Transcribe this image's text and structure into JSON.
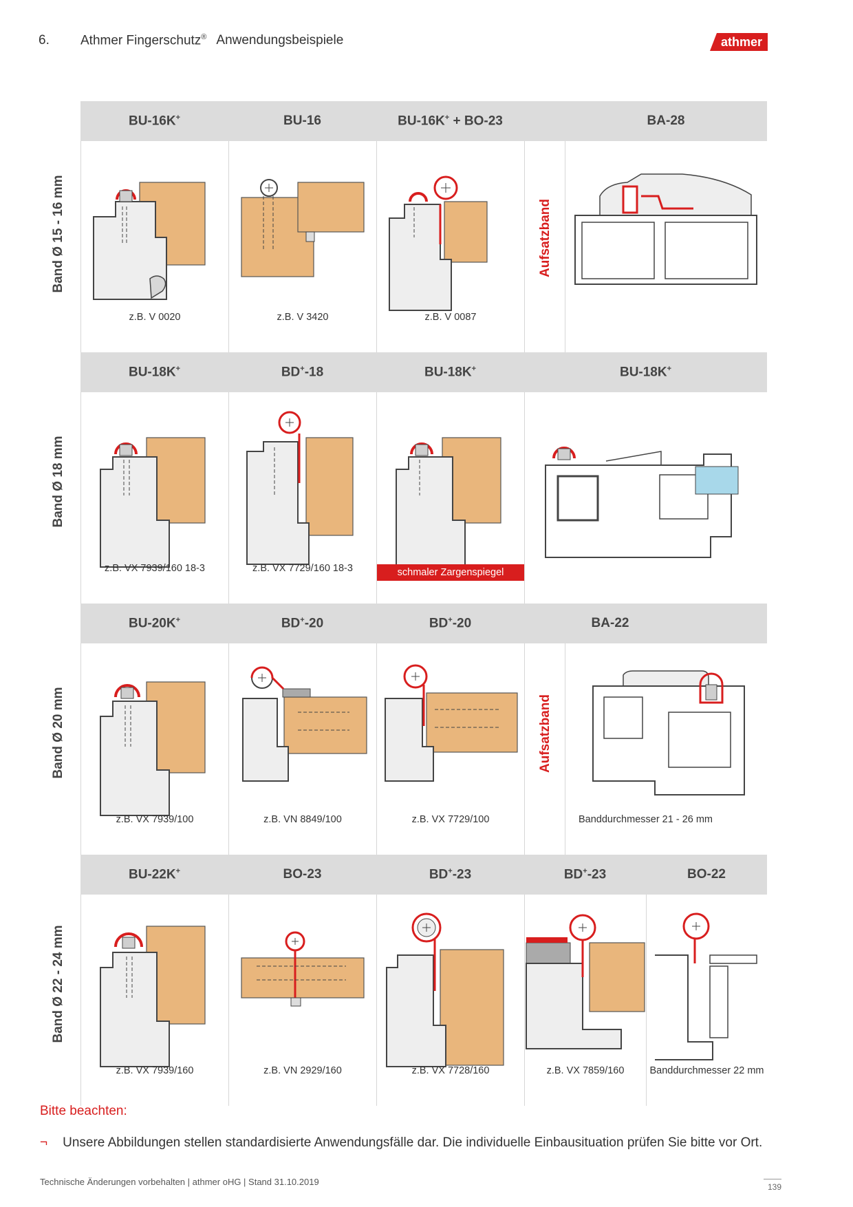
{
  "header": {
    "section_number": "6.",
    "title": "Athmer Fingerschutz",
    "title_mark": "®",
    "subtitle": "Anwendungsbeispiele",
    "logo_text": "athmer"
  },
  "colors": {
    "accent_red": "#d81e1e",
    "wood": "#e9b67c",
    "frame_grey": "#eeeeee",
    "header_grey": "#dcdcdc"
  },
  "rows": [
    {
      "label": "Band Ø 15 - 16 mm",
      "headers": [
        {
          "name": "BU-16K",
          "sup": "+"
        },
        {
          "name": "BU-16",
          "sup": ""
        },
        {
          "name": "BU-16K",
          "sup": "+",
          "suffix": " + BO-23"
        },
        {
          "name": "BA-28",
          "sup": ""
        }
      ],
      "captions": [
        "z.B. V 0020",
        "z.B. V 3420",
        "z.B. V 0087",
        ""
      ],
      "vertical_label": "Aufsatzband"
    },
    {
      "label": "Band Ø 18 mm",
      "headers": [
        {
          "name": "BU-18K",
          "sup": "+"
        },
        {
          "name": "BD",
          "sup": "+",
          "suffix": "-18"
        },
        {
          "name": "BU-18K",
          "sup": "+"
        },
        {
          "name": "BU-18K",
          "sup": "+"
        }
      ],
      "captions": [
        "z.B. VX 7939/160 18-3",
        "z.B. VX 7729/160 18-3",
        "schmaler Zargenspiegel",
        ""
      ]
    },
    {
      "label": "Band Ø 20 mm",
      "headers": [
        {
          "name": "BU-20K",
          "sup": "+"
        },
        {
          "name": "BD",
          "sup": "+",
          "suffix": "-20"
        },
        {
          "name": "BD",
          "sup": "+",
          "suffix": "-20"
        },
        {
          "name": "BA-22",
          "sup": ""
        }
      ],
      "captions": [
        "z.B. VX 7939/100",
        "z.B. VN 8849/100",
        "z.B. VX 7729/100",
        "Banddurchmesser 21 - 26 mm"
      ],
      "vertical_label": "Aufsatzband"
    },
    {
      "label": "Band Ø 22 - 24 mm",
      "headers": [
        {
          "name": "BU-22K",
          "sup": "+"
        },
        {
          "name": "BO-23",
          "sup": ""
        },
        {
          "name": "BD",
          "sup": "+",
          "suffix": "-23"
        },
        {
          "name": "BD",
          "sup": "+",
          "suffix": "-23"
        },
        {
          "name": "BO-22",
          "sup": ""
        }
      ],
      "captions": [
        "z.B. VX 7939/160",
        "z.B. VN 2929/160",
        "z.B. VX 7728/160",
        "z.B. VX 7859/160",
        "Banddurchmesser 22 mm"
      ]
    }
  ],
  "note": {
    "title": "Bitte beachten:",
    "bullet": "¬",
    "text": "Unsere Abbildungen stellen standardisierte Anwendungsfälle dar. Die individuelle Einbausituation prüfen Sie bitte vor Ort."
  },
  "footer": {
    "text": "Technische Änderungen vorbehalten | athmer oHG | Stand 31.10.2019",
    "page_number": "139"
  }
}
